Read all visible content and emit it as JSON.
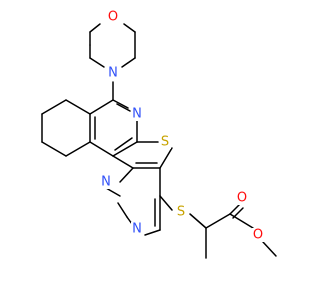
{
  "structure": {
    "atoms": {
      "morpholine_O": {
        "symbol": "O",
        "color": "#ff0d0d"
      },
      "morpholine_N": {
        "symbol": "N",
        "color": "#3050f8"
      },
      "pyridine_N": {
        "symbol": "N",
        "color": "#3050f8"
      },
      "thiophene_S": {
        "symbol": "S",
        "color": "#c8a300"
      },
      "pyrimidine_N1": {
        "symbol": "N",
        "color": "#3050f8"
      },
      "pyrimidine_N3": {
        "symbol": "N",
        "color": "#3050f8"
      },
      "thioether_S": {
        "symbol": "S",
        "color": "#c8a300"
      },
      "carbonyl_O": {
        "symbol": "O",
        "color": "#ff0d0d"
      },
      "ester_O": {
        "symbol": "O",
        "color": "#ff0d0d"
      }
    }
  }
}
